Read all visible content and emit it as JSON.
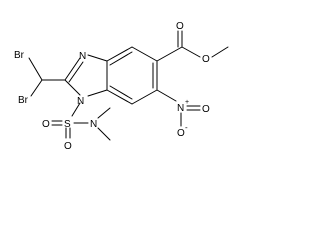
{
  "molecule": {
    "atoms": {
      "br_top": "Br",
      "br_bottom": "Br",
      "n_imidazole": "N",
      "n_sulfonyl_ring": "N",
      "s_sulfonyl": "S",
      "o_sulfonyl_left": "O",
      "o_sulfonyl_bottom": "O",
      "n_dimethylamino": "N",
      "o_ester_carbonyl": "O",
      "o_ester_ether": "O",
      "n_nitro": "N",
      "nitro_plus": "+",
      "o_nitro_right": "O",
      "o_nitro_bottom": "O",
      "nitro_minus": "-"
    }
  }
}
